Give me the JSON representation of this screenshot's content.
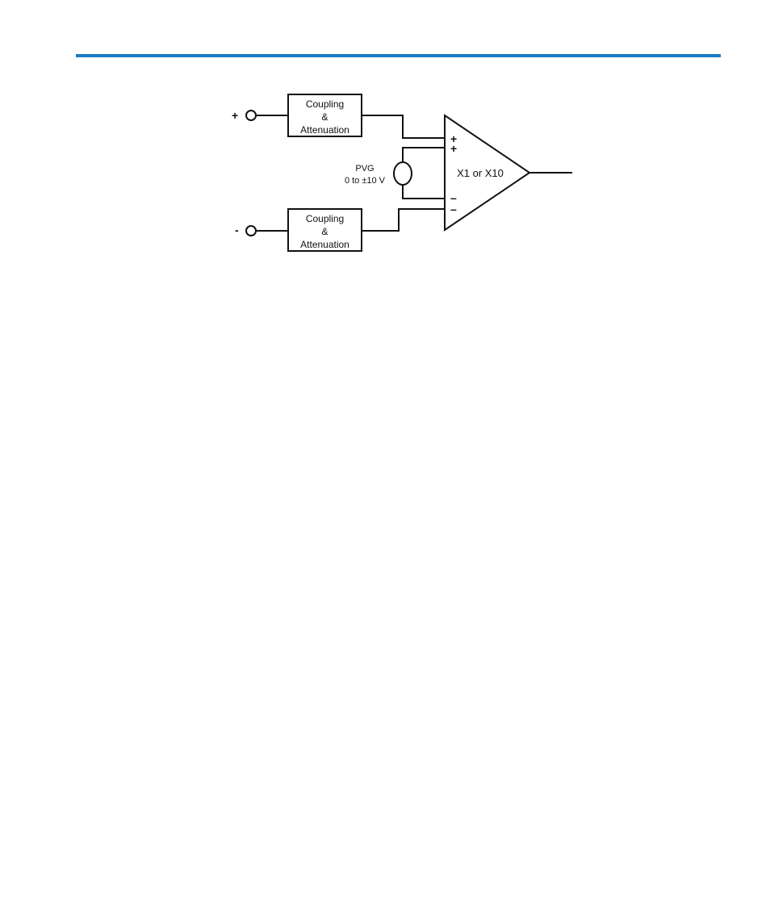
{
  "header": {
    "rule_color": "#1a7bc4"
  },
  "diagram": {
    "input_plus_label": "+",
    "input_minus_label": "-",
    "block_top": {
      "line1": "Coupling",
      "line2": "&",
      "line3": "Attenuation"
    },
    "block_bottom": {
      "line1": "Coupling",
      "line2": "&",
      "line3": "Attenuation"
    },
    "source": {
      "line1": "PVG",
      "line2": "0 to ±10 V"
    },
    "amplifier": {
      "gain_label": "X1 or X10",
      "plus_upper": "+",
      "plus_lower": "+",
      "minus_upper": "–",
      "minus_lower": "–"
    }
  }
}
